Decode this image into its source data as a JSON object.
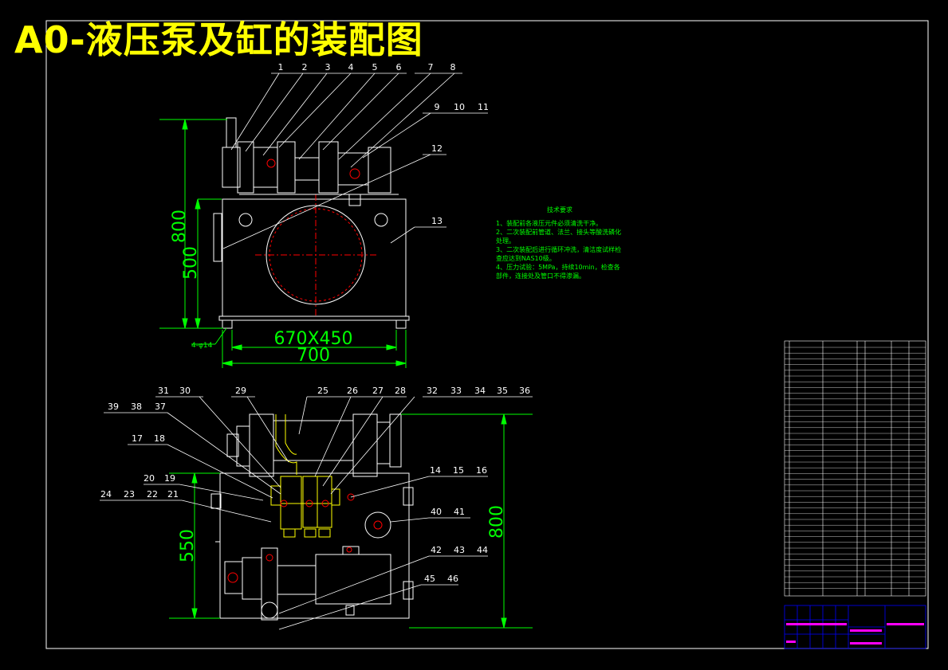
{
  "title": "A0-液压泵及缸的装配图",
  "callouts": {
    "top": [
      "1",
      "2",
      "3",
      "4",
      "5",
      "6",
      "7",
      "8",
      "9",
      "10",
      "11",
      "12",
      "13"
    ],
    "bottom": [
      "14",
      "15",
      "16",
      "17",
      "18",
      "19",
      "20",
      "21",
      "22",
      "23",
      "24",
      "25",
      "26",
      "27",
      "28",
      "29",
      "30",
      "31",
      "32",
      "33",
      "34",
      "35",
      "36",
      "37",
      "38",
      "39",
      "40",
      "41",
      "42",
      "43",
      "44",
      "45",
      "46"
    ]
  },
  "dimensions": {
    "height_total_top": "800",
    "height_tank_top": "500",
    "tank_size": "670X450",
    "width_top": "700",
    "holes": "4-φ14",
    "height_tank_bottom": "550",
    "height_total_bottom": "800"
  },
  "technical_requirements": {
    "heading": "技术要求",
    "items": [
      "1、装配前各液压元件必须清洗干净。",
      "2、二次装配前管道、法兰、接头等酸洗磷化处理。",
      "3、二次装配后进行循环冲洗，清洁度试样检查应达到NAS10级。",
      "4、压力试验：5MPa，持续10min，检查各部件，连接处及管口不得渗漏。"
    ]
  },
  "colors": {
    "background": "#000000",
    "outline": "#ffffff",
    "dimension": "#00ff00",
    "centerline": "#ff0000",
    "title": "#ffff00",
    "component": "#ffff00",
    "title_block": "#0000ff"
  }
}
